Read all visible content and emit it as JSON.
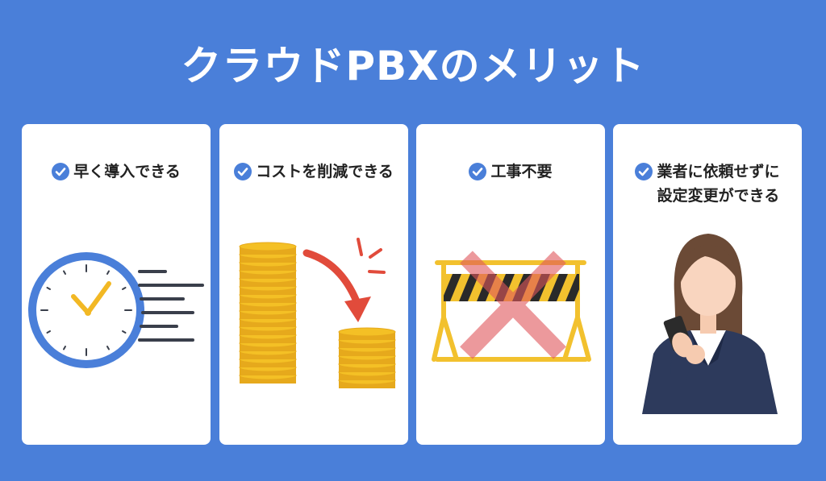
{
  "title": "クラウドPBXのメリット",
  "colors": {
    "background": "#4a7fd9",
    "card": "#ffffff",
    "accent": "#4a7fd9",
    "coin": "#f4c025",
    "arrow": "#e14b3b",
    "barricade": "#f2c12e",
    "cross": "#e0575b",
    "suit": "#2d3a5c"
  },
  "cards": [
    {
      "label": "早く導入できる",
      "icon": "fast-clock-icon"
    },
    {
      "label": "コストを削減できる",
      "icon": "coins-decrease-icon"
    },
    {
      "label": "工事不要",
      "icon": "no-construction-icon"
    },
    {
      "label_lines": [
        "業者に依頼せずに",
        "設定変更ができる"
      ],
      "icon": "woman-smartphone-icon"
    }
  ]
}
